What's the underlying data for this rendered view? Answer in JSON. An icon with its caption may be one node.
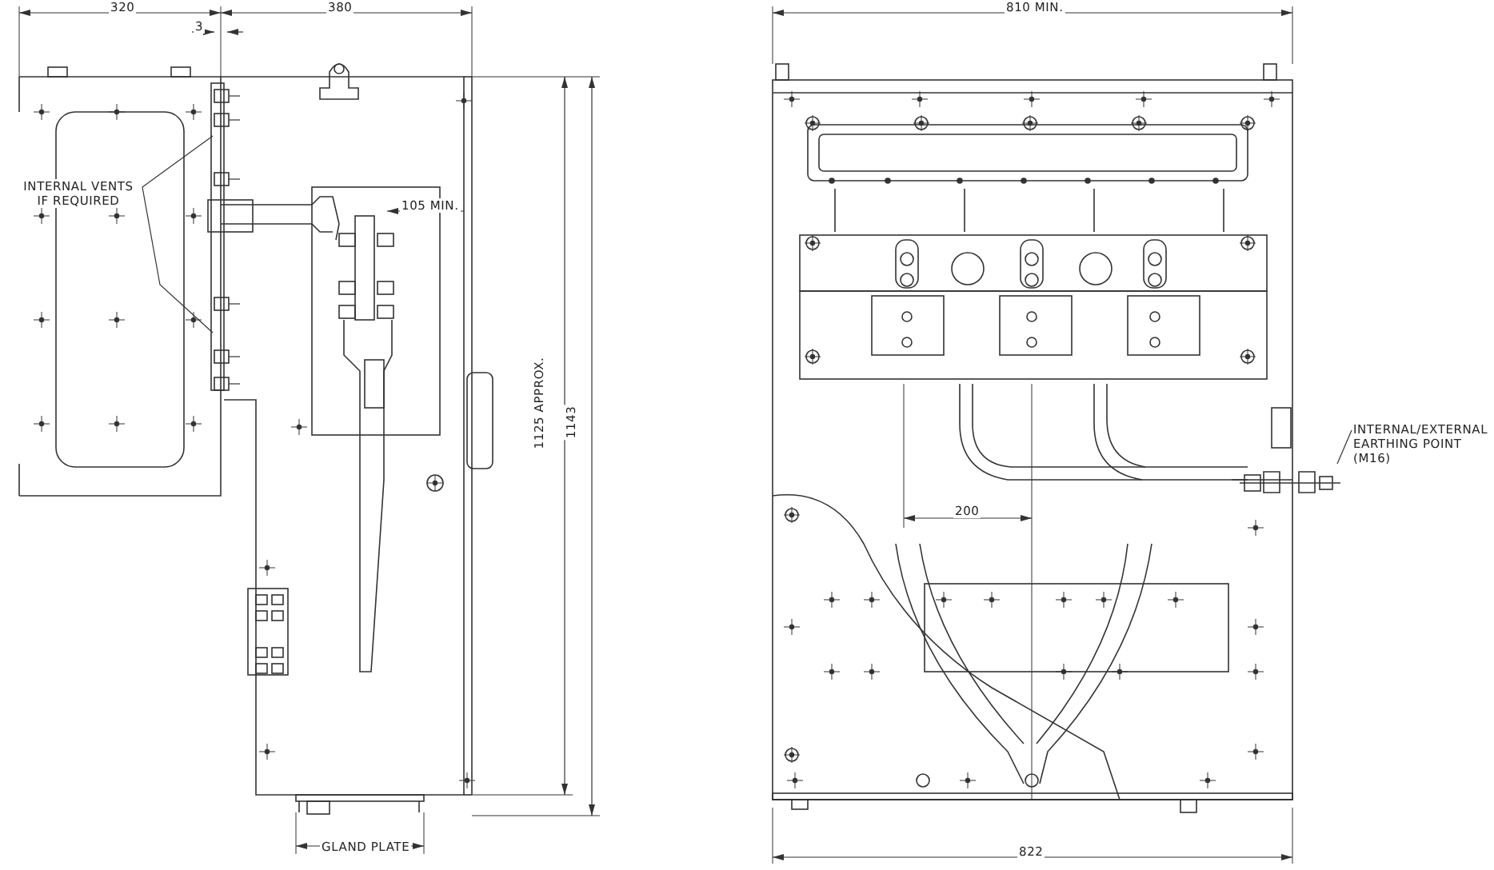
{
  "diagram": {
    "nodes": [
      {
        "text": [
          "INTERNAL VENTS IF REQUIRED"
        ]
      },
      {
        "text": [
          "INTERNAL/EXTERNAL EARTHING POINT (M16)"
        ]
      }
    ],
    "edges": [
      {
        "from": 0,
        "to": null,
        "arrow": "none"
      },
      {
        "from": 0,
        "to": null,
        "arrow": "none"
      },
      {
        "from": 1,
        "to": null,
        "arrow": "none"
      }
    ],
    "labels": [
      "320",
      "3",
      "380",
      "105 MIN.",
      "1125 APPROX.",
      "1143",
      "GLAND PLATE",
      "810 MIN.",
      "200",
      "822"
    ]
  }
}
